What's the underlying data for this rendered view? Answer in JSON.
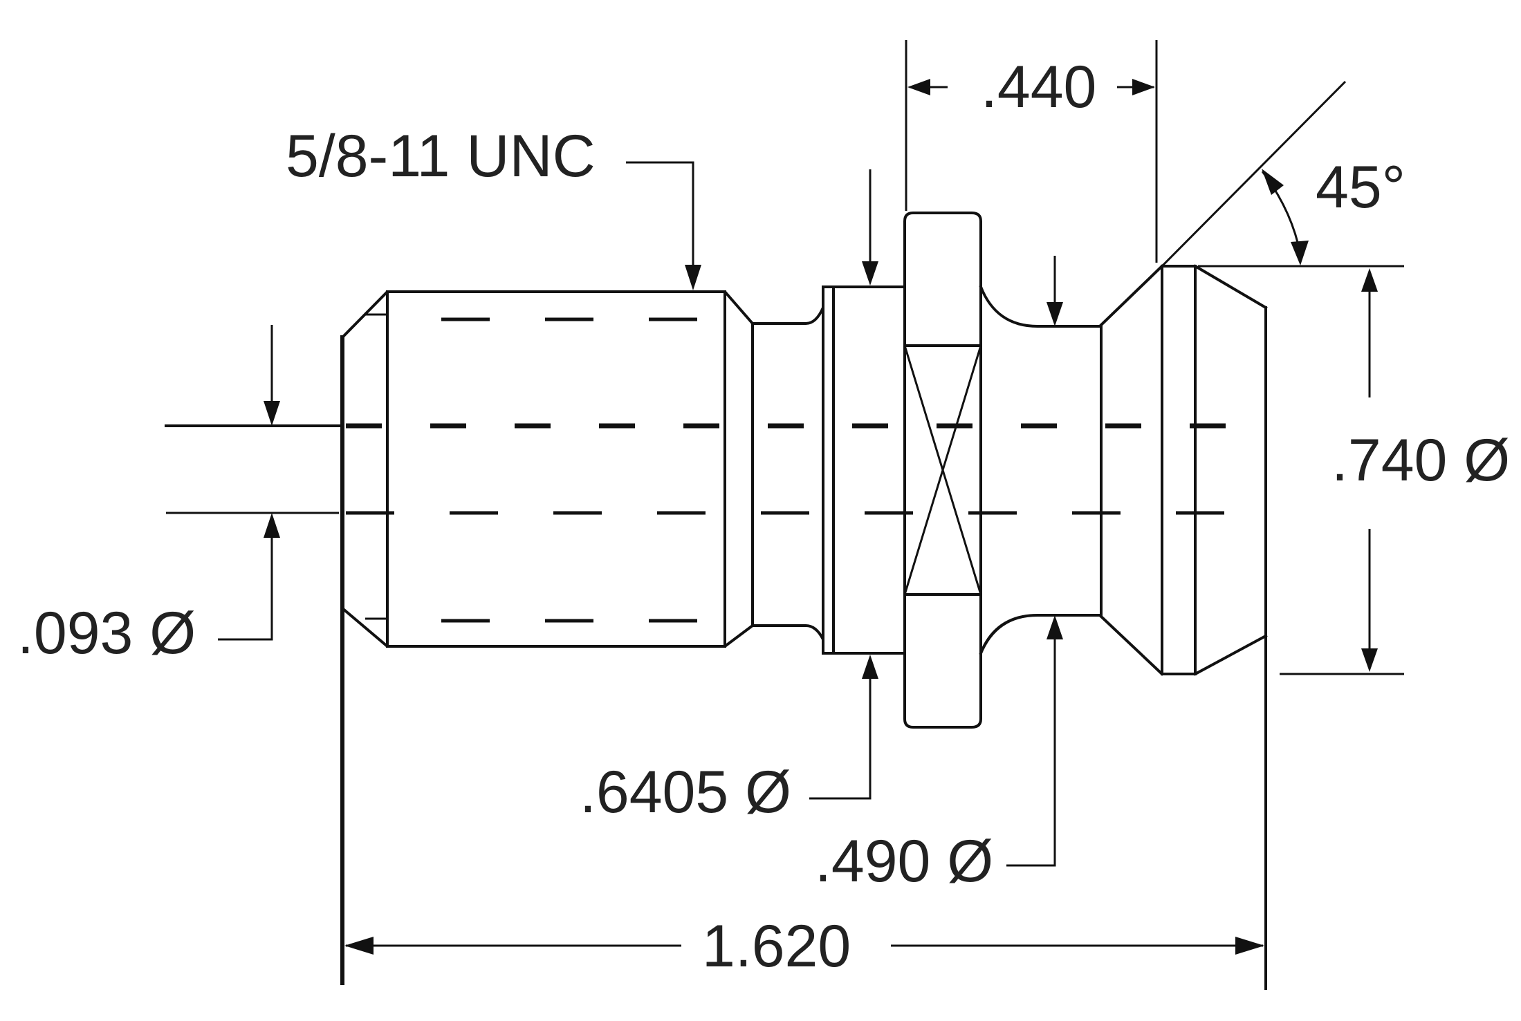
{
  "labels": {
    "thread": "5/8-11 UNC",
    "flange_width": ".440",
    "angle": "45°",
    "outer_dia": ".740 Ø",
    "bore_dia": ".093 Ø",
    "collar_dia": ".6405 Ø",
    "neck_dia": ".490 Ø",
    "overall_length": "1.620"
  }
}
